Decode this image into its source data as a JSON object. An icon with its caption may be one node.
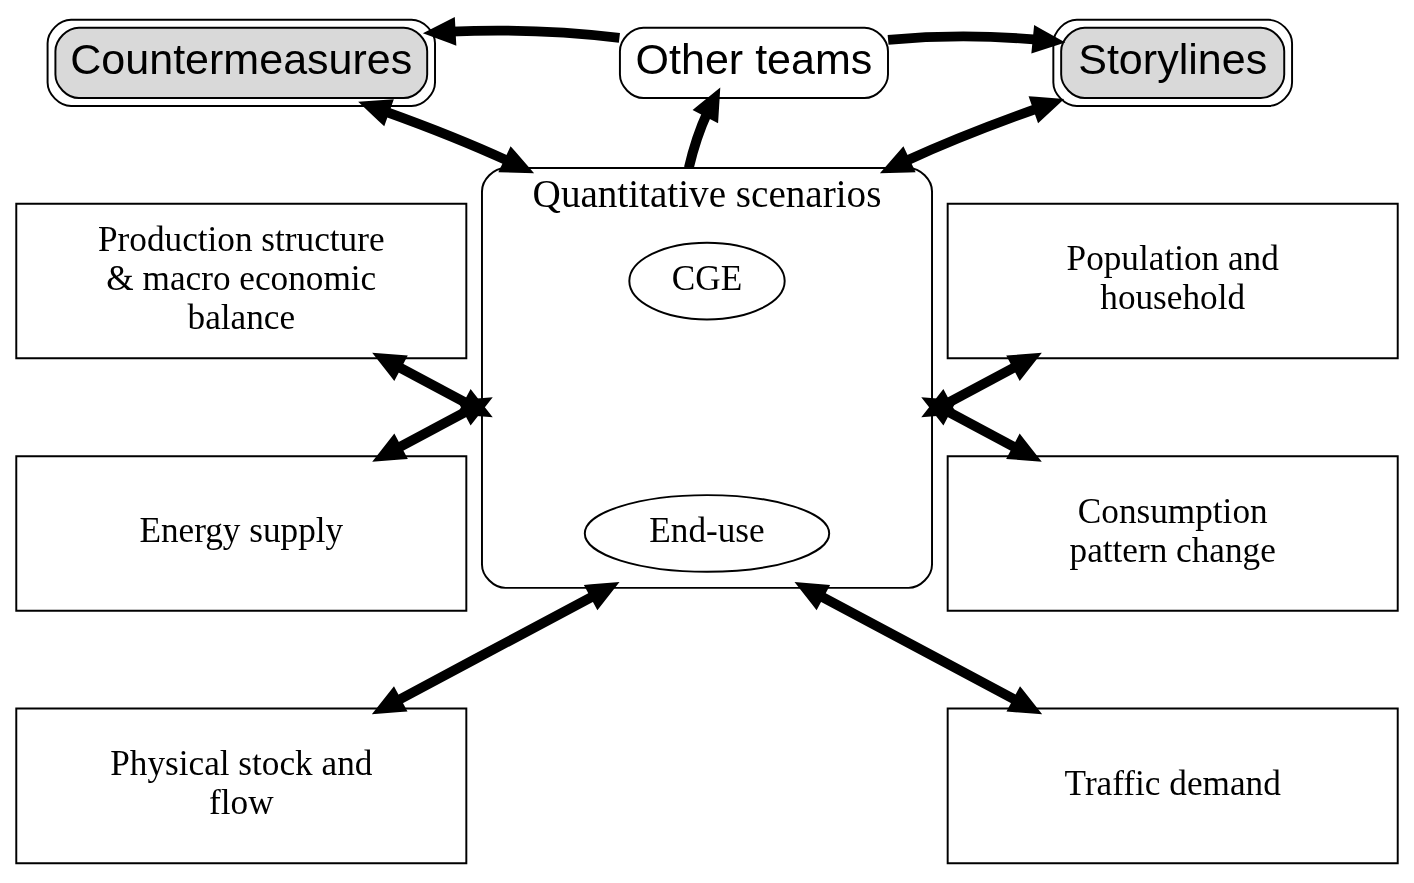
{
  "diagram": {
    "nodes": [
      {
        "text": [
          "Countermeasures"
        ]
      },
      {
        "text": [
          "Other teams"
        ]
      },
      {
        "text": [
          "Storylines"
        ]
      },
      {
        "text": [
          "Production structure & macro economic balance"
        ]
      },
      {
        "text": [
          "Population and household"
        ]
      },
      {
        "text": [
          "Quantitative scenarios"
        ]
      },
      {
        "text": [
          "CGE"
        ],
        "in": 5
      },
      {
        "text": [
          "End-use"
        ],
        "in": 5
      },
      {
        "text": [
          "Energy supply"
        ]
      },
      {
        "text": [
          "Consumption pattern change"
        ]
      },
      {
        "text": [
          "Physical stock and flow"
        ]
      },
      {
        "text": [
          "Traffic demand"
        ]
      }
    ],
    "edges": [
      {
        "from": 1,
        "to": 0,
        "arrow": "to"
      },
      {
        "from": 1,
        "to": 2,
        "arrow": "to"
      },
      {
        "from": 5,
        "to": 1,
        "arrow": "to"
      },
      {
        "from": 0,
        "to": 5,
        "arrow": "both"
      },
      {
        "from": 2,
        "to": 5,
        "arrow": "both"
      },
      {
        "from": 3,
        "to": 5,
        "arrow": "both"
      },
      {
        "from": 4,
        "to": 5,
        "arrow": "both"
      },
      {
        "from": 8,
        "to": 5,
        "arrow": "both"
      },
      {
        "from": 9,
        "to": 5,
        "arrow": "both"
      },
      {
        "from": 10,
        "to": 5,
        "arrow": "both"
      },
      {
        "from": 11,
        "to": 5,
        "arrow": "both"
      }
    ]
  }
}
